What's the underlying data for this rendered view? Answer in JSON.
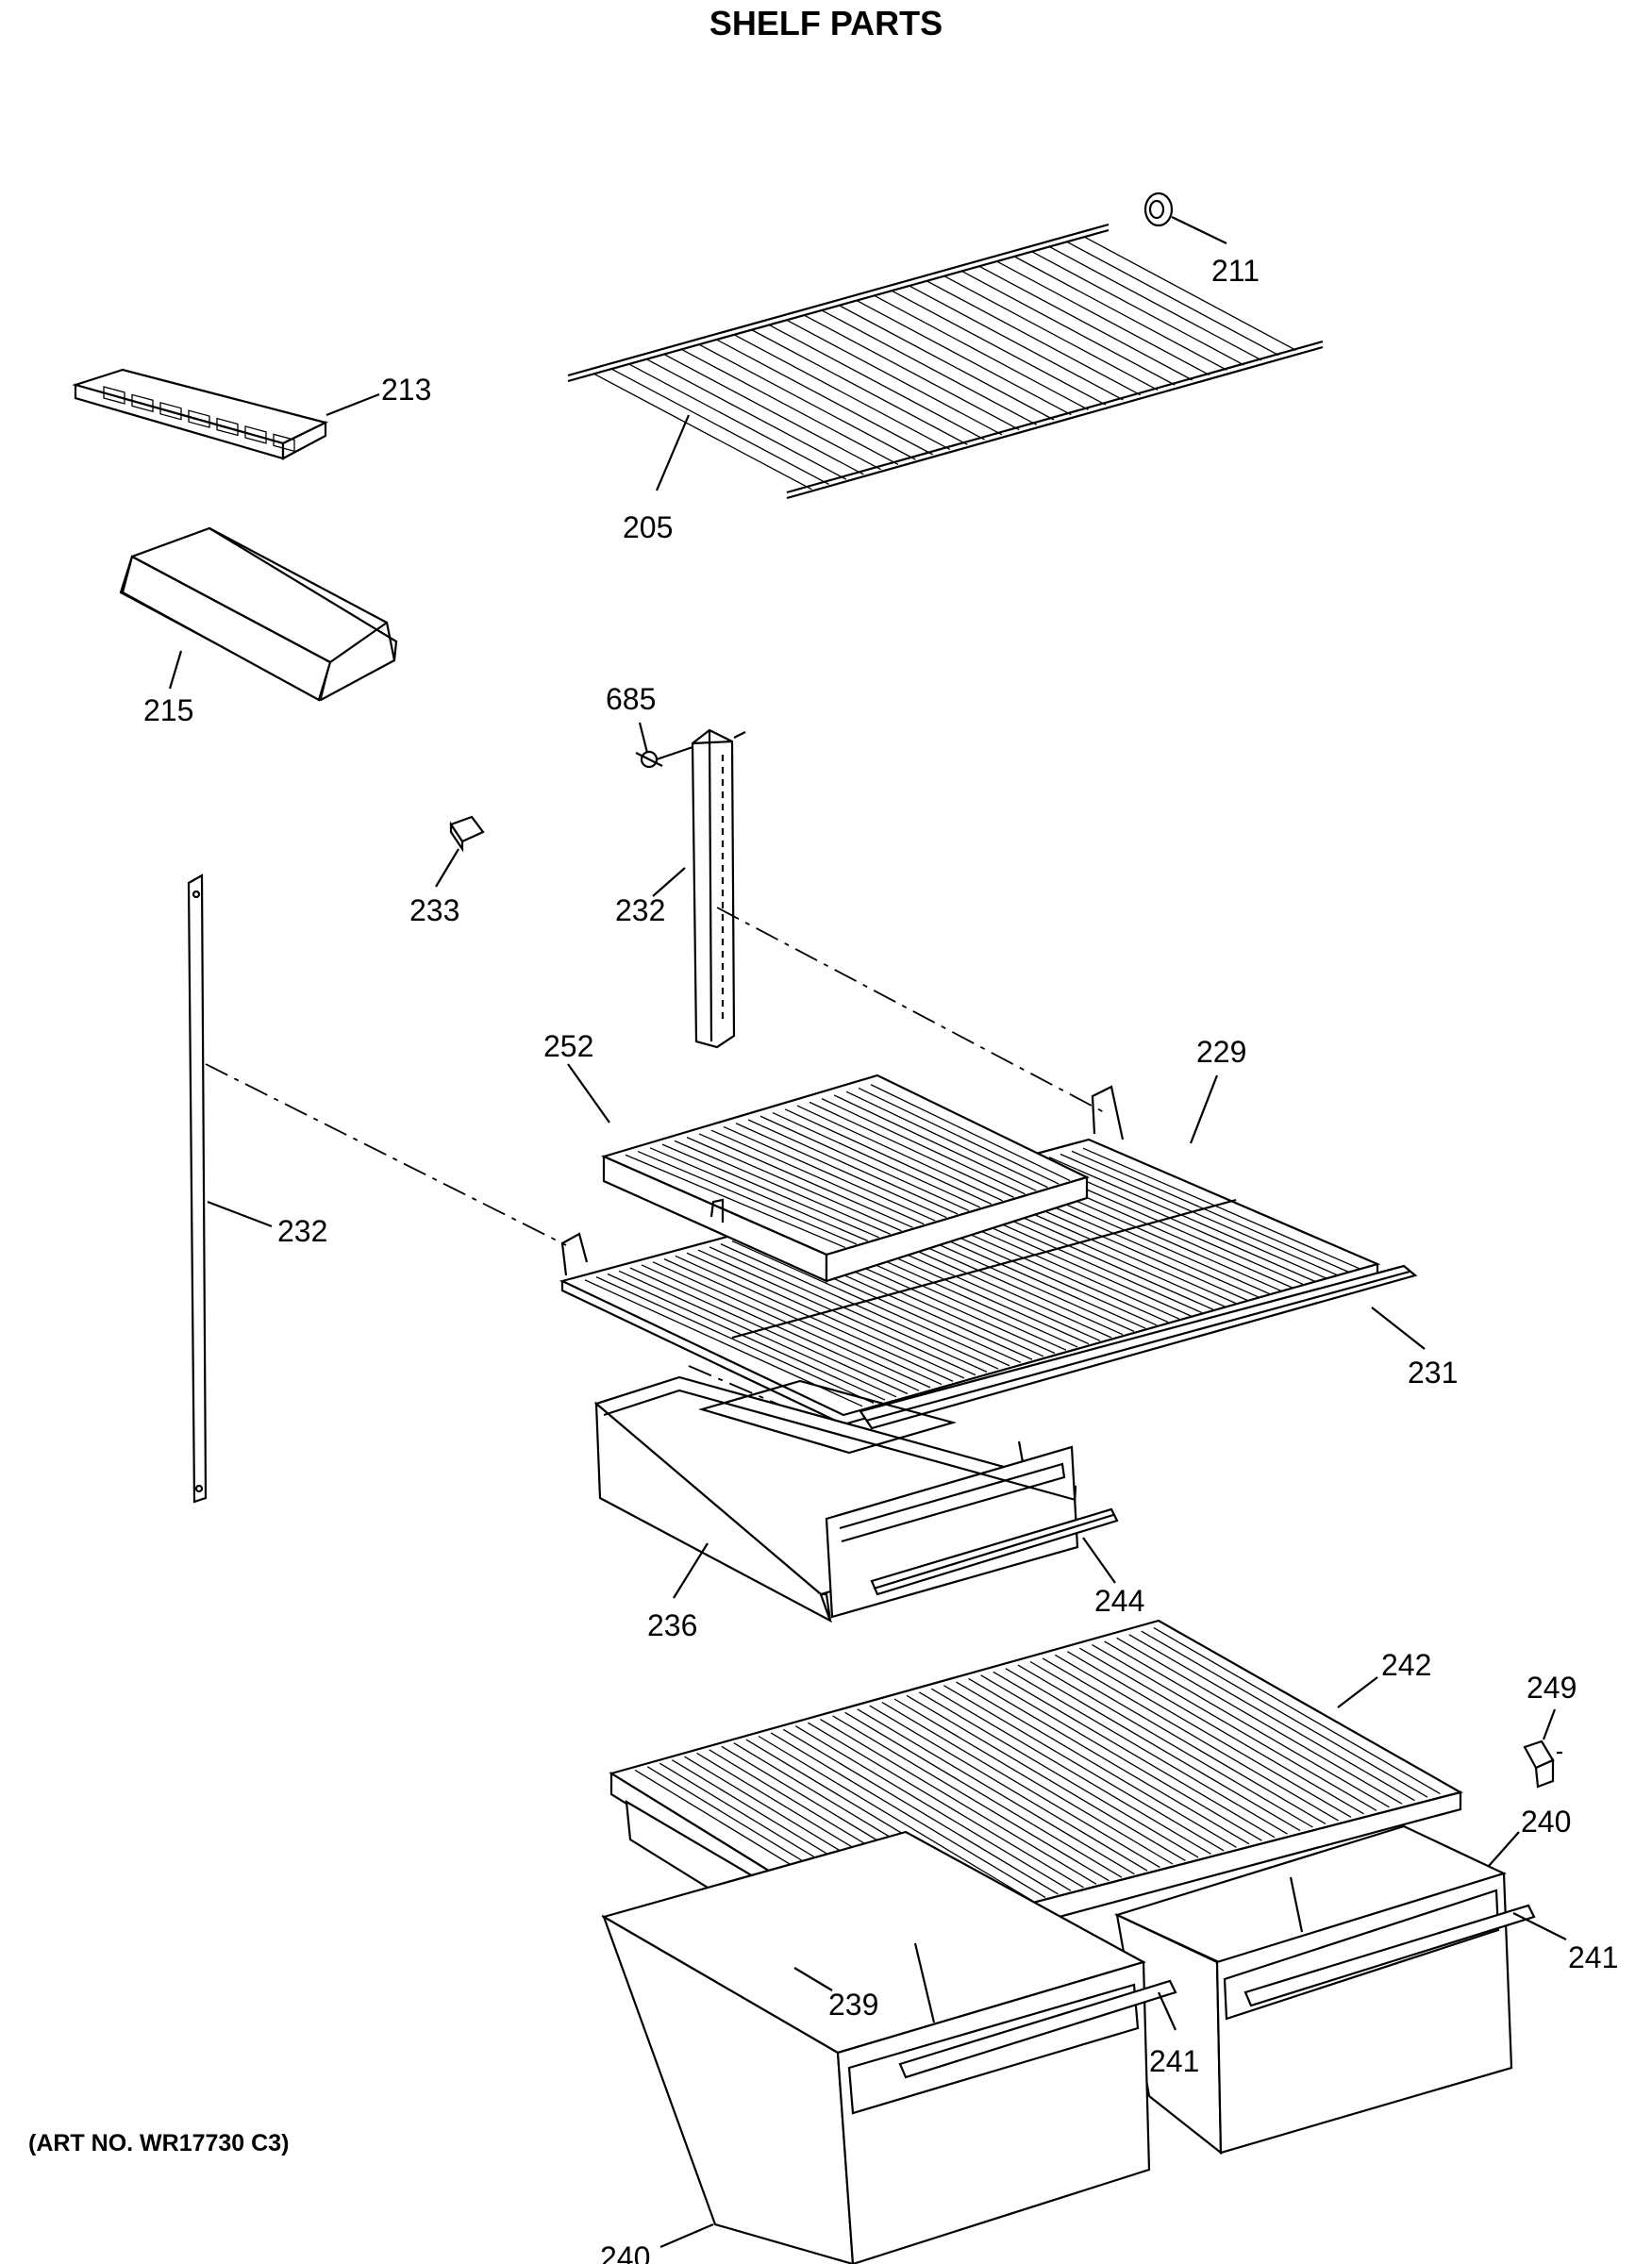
{
  "title": "SHELF PARTS",
  "art_number": "(ART NO. WR17730 C3)",
  "parts": [
    {
      "id": "p211",
      "number": "211"
    },
    {
      "id": "p213",
      "number": "213"
    },
    {
      "id": "p205",
      "number": "205"
    },
    {
      "id": "p215",
      "number": "215"
    },
    {
      "id": "p685",
      "number": "685"
    },
    {
      "id": "p233",
      "number": "233"
    },
    {
      "id": "p232a",
      "number": "232"
    },
    {
      "id": "p252",
      "number": "252"
    },
    {
      "id": "p229",
      "number": "229"
    },
    {
      "id": "p232b",
      "number": "232"
    },
    {
      "id": "p231",
      "number": "231"
    },
    {
      "id": "p236",
      "number": "236"
    },
    {
      "id": "p244",
      "number": "244"
    },
    {
      "id": "p242",
      "number": "242"
    },
    {
      "id": "p249",
      "number": "249"
    },
    {
      "id": "p240a",
      "number": "240"
    },
    {
      "id": "p241a",
      "number": "241"
    },
    {
      "id": "p239",
      "number": "239"
    },
    {
      "id": "p241b",
      "number": "241"
    },
    {
      "id": "p240b",
      "number": "240"
    }
  ]
}
